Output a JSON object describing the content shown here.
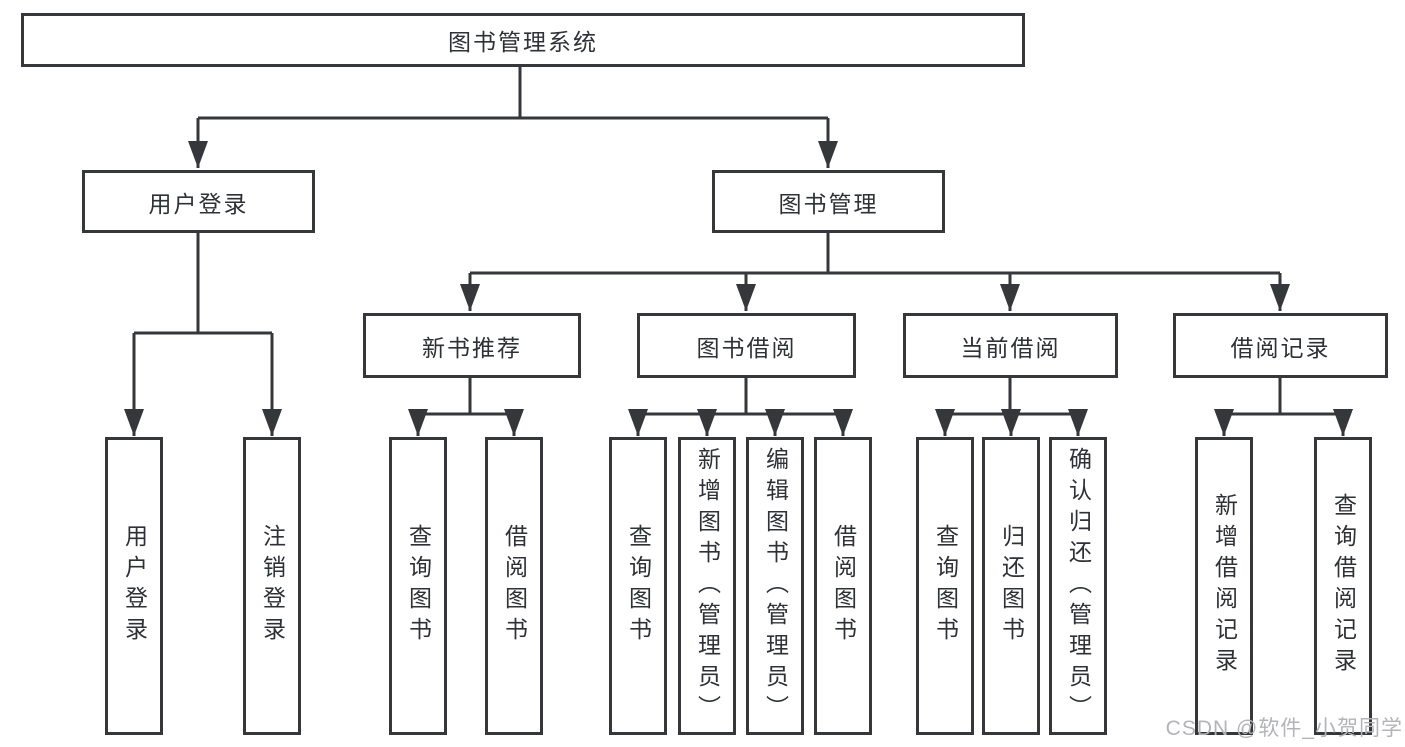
{
  "colors": {
    "line": "#35373b",
    "text": "#2e3135",
    "background": "#ffffff",
    "watermark": "#b3b4b8"
  },
  "tree": {
    "root": {
      "label": "图书管理系统"
    },
    "branches": [
      {
        "label": "用户登录",
        "children": [
          {
            "label": "用户登录"
          },
          {
            "label": "注销登录"
          }
        ]
      },
      {
        "label": "图书管理",
        "children": [
          {
            "label": "新书推荐",
            "children": [
              {
                "label": "查询图书"
              },
              {
                "label": "借阅图书"
              }
            ]
          },
          {
            "label": "图书借阅",
            "children": [
              {
                "label": "查询图书"
              },
              {
                "label": "新增图书（管理员）"
              },
              {
                "label": "编辑图书（管理员）"
              },
              {
                "label": "借阅图书"
              }
            ]
          },
          {
            "label": "当前借阅",
            "children": [
              {
                "label": "查询图书"
              },
              {
                "label": "归还图书"
              },
              {
                "label": "确认归还（管理员）"
              }
            ]
          },
          {
            "label": "借阅记录",
            "children": [
              {
                "label": "新增借阅记录"
              },
              {
                "label": "查询借阅记录"
              }
            ]
          }
        ]
      }
    ]
  },
  "watermark": {
    "text": "CSDN @软件_小贺同学"
  }
}
